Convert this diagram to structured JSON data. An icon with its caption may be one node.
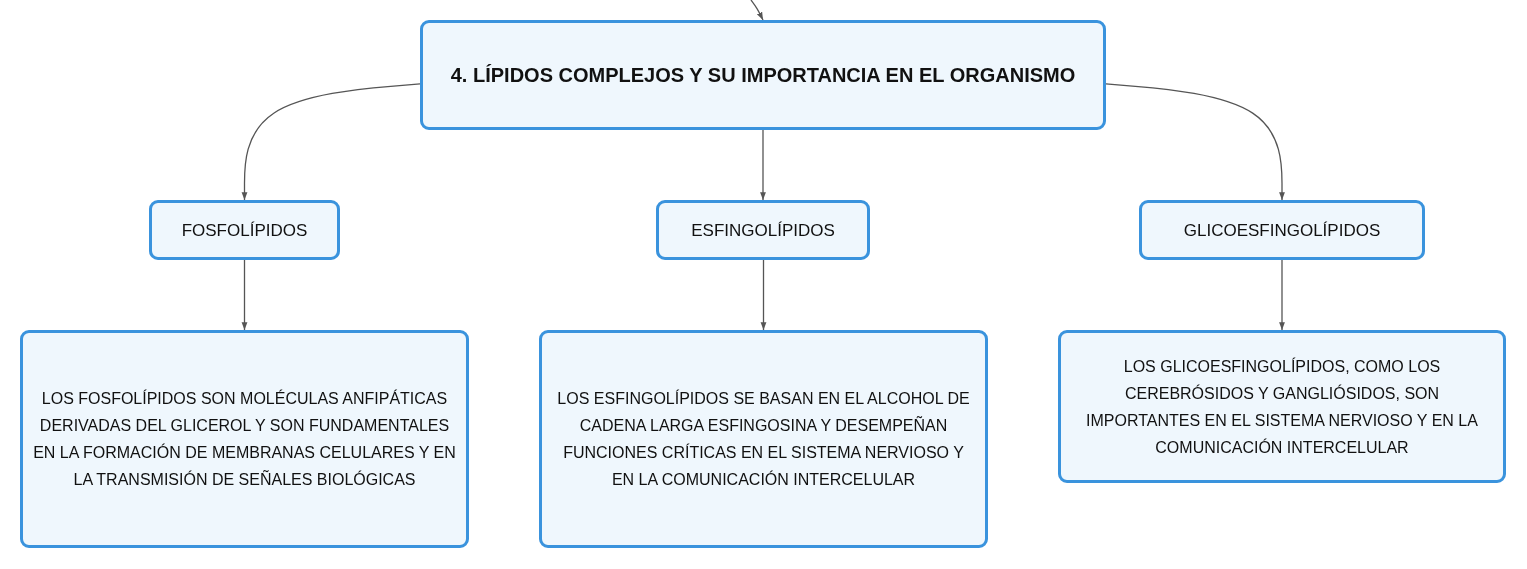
{
  "diagram": {
    "nodes": [
      {
        "text": [
          "4. LÍPIDOS COMPLEJOS Y SU IMPORTANCIA EN EL ORGANISMO"
        ]
      },
      {
        "text": [
          "FOSFOLÍPIDOS"
        ]
      },
      {
        "text": [
          "ESFINGOLÍPIDOS"
        ]
      },
      {
        "text": [
          "GLICOESFINGOLÍPIDOS"
        ]
      },
      {
        "text": [
          "LOS FOSFOLÍPIDOS SON MOLÉCULAS ANFIPÁTICAS DERIVADAS DEL GLICEROL Y SON FUNDAMENTALES EN LA FORMACIÓN DE MEMBRANAS CELULARES Y EN LA TRANSMISIÓN DE SEÑALES BIOLÓGICAS"
        ]
      },
      {
        "text": [
          "LOS ESFINGOLÍPIDOS SE BASAN EN EL ALCOHOL DE CADENA LARGA ESFINGOSINA Y DESEMPEÑAN FUNCIONES CRÍTICAS EN EL SISTEMA NERVIOSO Y EN LA COMUNICACIÓN INTERCELULAR"
        ]
      },
      {
        "text": [
          "LOS GLICOESFINGOLÍPIDOS, COMO LOS CEREBRÓSIDOS Y GANGLIÓSIDOS, SON IMPORTANTES EN EL SISTEMA NERVIOSO Y EN LA COMUNICACIÓN INTERCELULAR"
        ]
      }
    ],
    "edges": [
      {
        "from": null,
        "to": 0,
        "arrow": "to"
      },
      {
        "from": 0,
        "to": 1,
        "arrow": "to"
      },
      {
        "from": 0,
        "to": 2,
        "arrow": "to"
      },
      {
        "from": 0,
        "to": 3,
        "arrow": "to"
      },
      {
        "from": 1,
        "to": 4,
        "arrow": "to"
      },
      {
        "from": 2,
        "to": 5,
        "arrow": "to"
      },
      {
        "from": 3,
        "to": 6,
        "arrow": "to"
      }
    ]
  }
}
